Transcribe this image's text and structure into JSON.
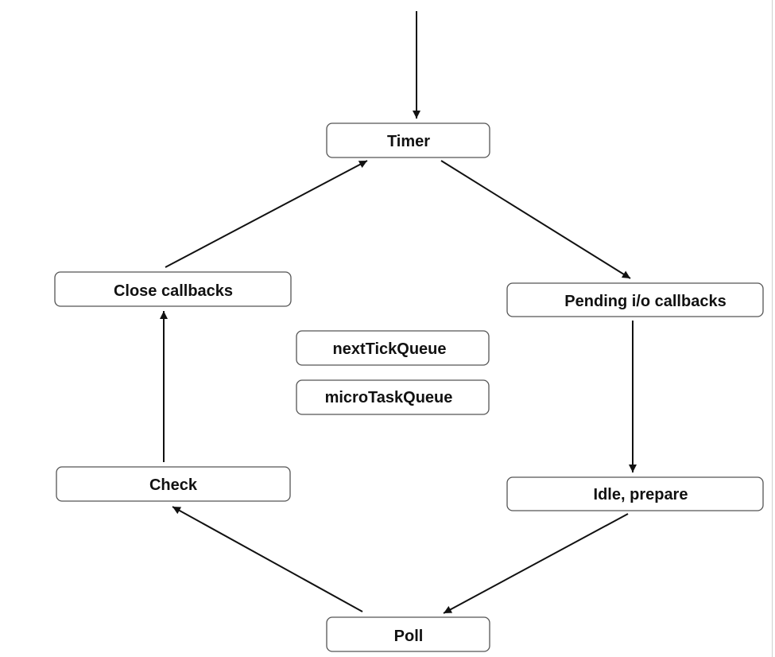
{
  "nodes": {
    "timer": "Timer",
    "pending_io_callbacks": "Pending i/o callbacks",
    "idle_prepare": "Idle, prepare",
    "poll": "Poll",
    "check": "Check",
    "close_callbacks": "Close callbacks",
    "next_tick_queue": "nextTickQueue",
    "micro_task_queue": "microTaskQueue"
  }
}
